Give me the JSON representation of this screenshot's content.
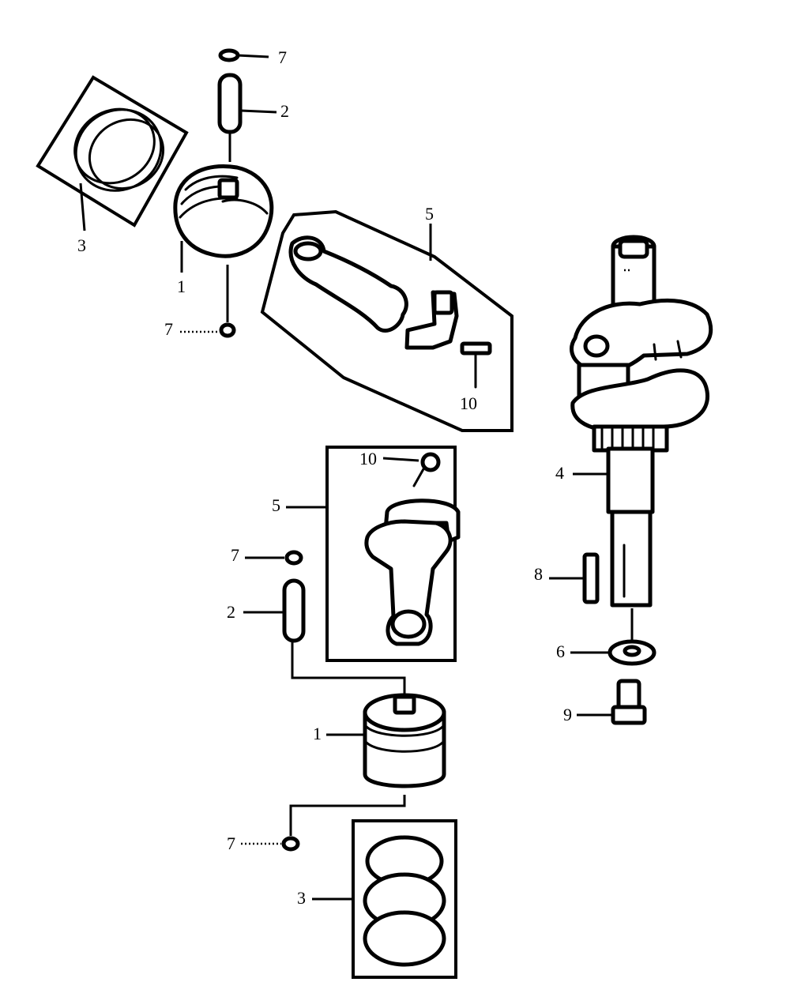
{
  "callouts": {
    "c1": "7",
    "c2": "2",
    "c3": "3",
    "c4": "1",
    "c5": "7",
    "c6": "5",
    "c7": "10",
    "c8": "4",
    "c9": "8",
    "c10": "6",
    "c11": "9",
    "c12": "10",
    "c13": "5",
    "c14": "7",
    "c15": "2",
    "c16": "1",
    "c17": "7",
    "c18": "3"
  }
}
